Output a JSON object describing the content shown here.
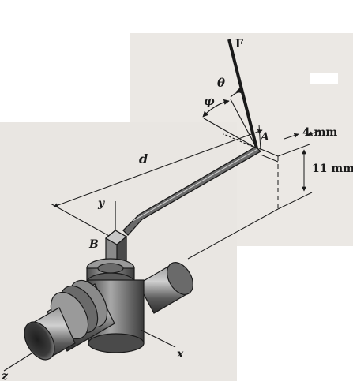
{
  "figure": {
    "labels": {
      "force": "F",
      "theta": "θ",
      "phi": "φ",
      "point_a": "A",
      "point_b": "B",
      "dim_d": "d",
      "dim_thickness": "4 mm",
      "dim_height": "11 mm",
      "axis_x": "x",
      "axis_y": "y",
      "axis_z": "z"
    },
    "colors": {
      "paper": "#e9e6e2",
      "ink": "#1a1a1a",
      "metal_dark": "#3d3d3d",
      "metal_mid": "#7a7a7a",
      "metal_light": "#bdbdbd"
    }
  }
}
